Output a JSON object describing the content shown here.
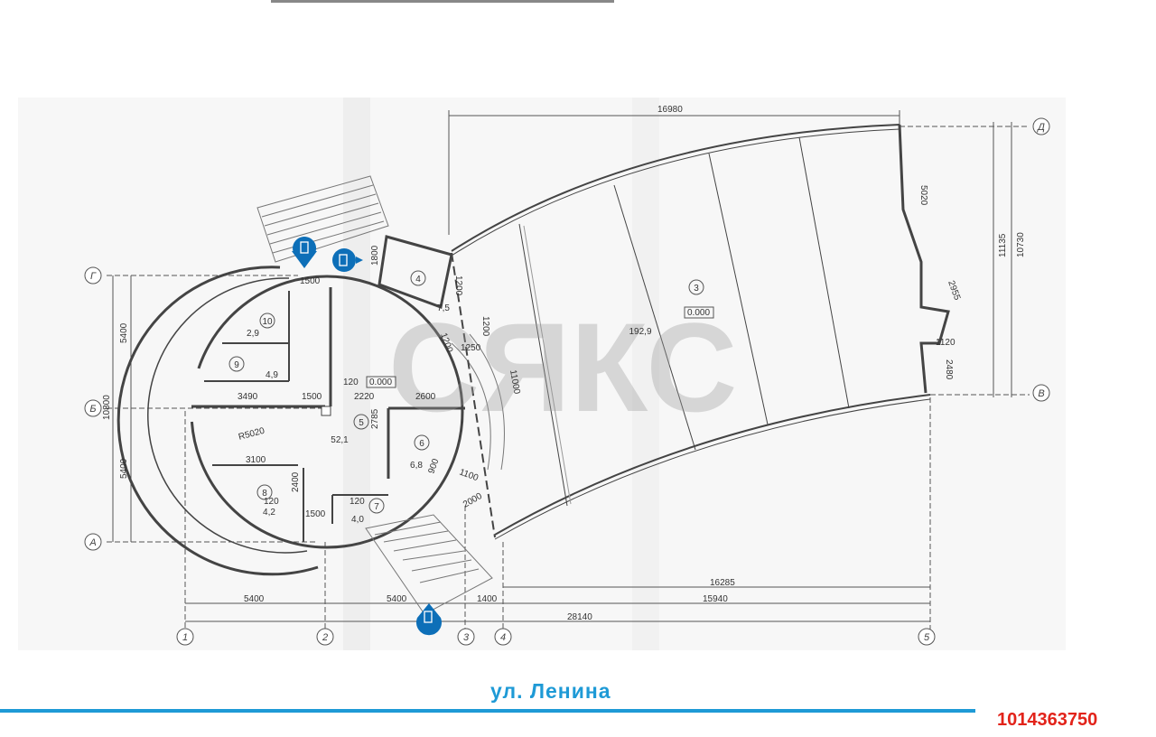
{
  "plan": {
    "dims": {
      "top_total": "16980",
      "right_1": "5020",
      "right_2": "11135",
      "right_3": "10730",
      "diag": "2955",
      "door1120": "1120",
      "d2480": "2480",
      "left_top": "5400",
      "left_bottom": "5400",
      "left_total": "10800",
      "w1500_top": "1500",
      "h1800": "1800",
      "d1200a": "1200",
      "d1200b": "1200",
      "d1200c": "1200",
      "d1250": "1250",
      "d11000": "11000",
      "d3490": "3490",
      "d1500_mid": "1500",
      "d2220": "2220",
      "d2600": "2600",
      "d120_mid": "120",
      "r5020": "R5020",
      "d2785": "2785",
      "d3100": "3100",
      "d120_8": "120",
      "d2400": "2400",
      "d1500_bot": "1500",
      "d120_7": "120",
      "d900": "900",
      "d1100": "1100",
      "d2000": "2000",
      "d16285": "16285",
      "b5400a": "5400",
      "b5400b": "5400",
      "b1400": "1400",
      "b15940": "15940",
      "b28140": "28140"
    },
    "rooms": [
      {
        "num": "10",
        "area": "2,9"
      },
      {
        "num": "9",
        "area": "4,9"
      },
      {
        "num": "8",
        "area": "4,2"
      },
      {
        "num": "7",
        "area": "4,0"
      },
      {
        "num": "6",
        "area": "6,8"
      },
      {
        "num": "5",
        "area": "52,1"
      },
      {
        "num": "4",
        "area": "7,5"
      },
      {
        "num": "3",
        "area": "192,9"
      }
    ],
    "levels": {
      "center": "0.000",
      "hall": "0.000"
    },
    "axes_letters": [
      "Г",
      "Б",
      "А",
      "Д",
      "В"
    ],
    "axes_numbers": [
      "1",
      "2",
      "3",
      "4",
      "5"
    ],
    "watermark": "СЯКС"
  },
  "street_label": "ул.  Ленина",
  "listing_id": "1014363750",
  "colors": {
    "accent": "#1e9ad6",
    "id_red": "#e2231a"
  },
  "icons": [
    "entrance-door-icon",
    "entrance-door-icon",
    "entrance-door-icon"
  ]
}
